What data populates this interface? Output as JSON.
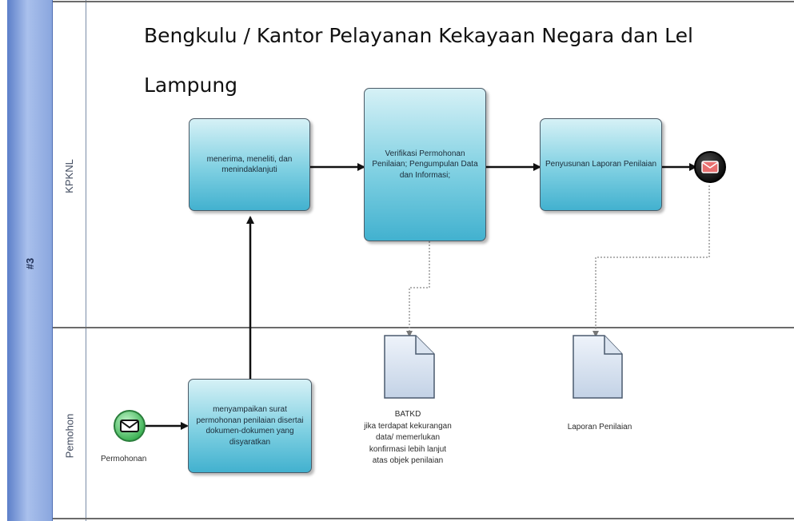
{
  "title": {
    "line1": "Bengkulu / Kantor Pelayanan Kekayaan Negara dan Lel",
    "line2": "Lampung"
  },
  "pool": {
    "label": "#3"
  },
  "lanes": [
    {
      "label": "KPKNL"
    },
    {
      "label": "Pemohon"
    }
  ],
  "tasks": [
    {
      "text": "menerima, meneliti, dan menindaklanjuti"
    },
    {
      "text": "Verifikasi Permohonan Penilaian; Pengumpulan Data dan Informasi;"
    },
    {
      "text": "Penyusunan Laporan Penilaian"
    },
    {
      "text": "menyampaikan surat permohonan penilaian disertai dokumen-dokumen yang disyaratkan"
    }
  ],
  "events": {
    "start_label": "Permohonan"
  },
  "documents": [
    {
      "title": "BATKD",
      "note": "jika terdapat kekurangan data/ memerlukan konfirmasi lebih lanjut atas objek penilaian"
    },
    {
      "title": "Laporan Penilaian"
    }
  ],
  "colors": {
    "pool": "#8aa6de",
    "task_fill": "#7fd0e2",
    "start_event": "#3fbf5a",
    "end_event": "#111111",
    "document": "#dde6f2"
  }
}
